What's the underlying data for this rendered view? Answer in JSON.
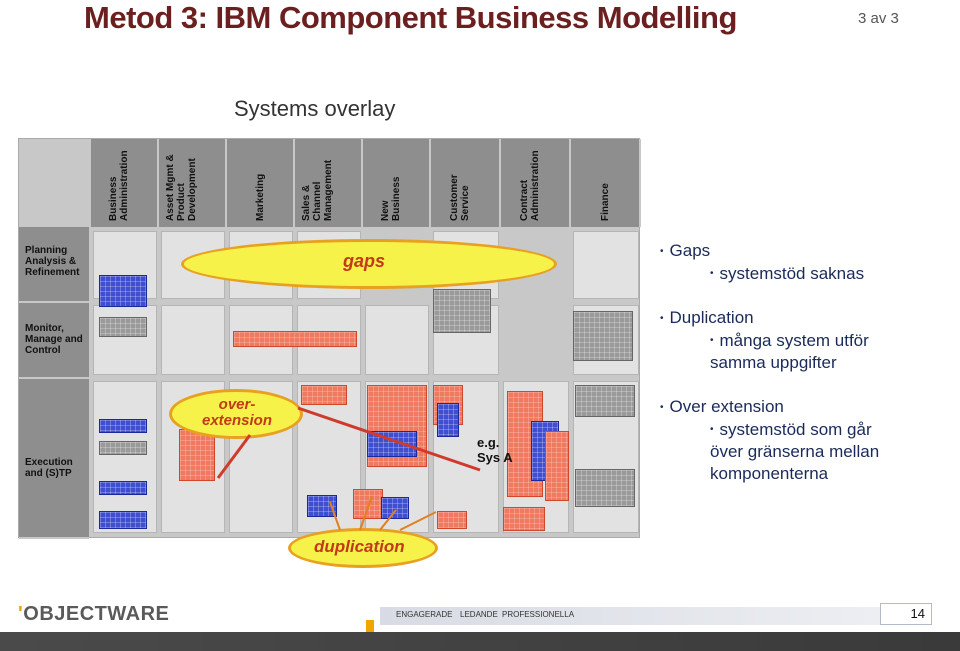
{
  "header": {
    "title": "Metod 3: IBM Component Business Modelling",
    "slide_counter": "3 av 3"
  },
  "subtitle": "Systems overlay",
  "diagram": {
    "columns": [
      "Business\nAdministration",
      "Asset Mgmt &\nProduct\nDevelopment",
      "Marketing",
      "Sales &\nChannel\nManagement",
      "New\nBusiness",
      "Customer\nService",
      "Contract\nAdministration",
      "Finance"
    ],
    "rows": [
      "Planning\nAnalysis &\nRefinement",
      "Monitor,\nManage and\nControl",
      "Execution\nand (S)TP"
    ],
    "callouts": {
      "gaps": "gaps",
      "overextension": "over-\nextension",
      "duplication": "duplication",
      "example": "e.g.\nSys A"
    },
    "colors": {
      "gap_fill": "#f6f24a",
      "system_blue": "#3f4fd0",
      "system_red": "#f07a60"
    }
  },
  "bullets": {
    "gaps": "Gaps",
    "gaps_sub": "systemstöd saknas",
    "duplication": "Duplication",
    "duplication_sub_1": "många system utför",
    "duplication_sub_2": "samma uppgifter",
    "over": "Over extension",
    "over_sub_1": "systemstöd som går",
    "over_sub_2": "över gränserna mellan",
    "over_sub_3": "komponenterna"
  },
  "footer": {
    "logo": "OBJECTWARE",
    "values": [
      "ENGAGERADE",
      "LEDANDE",
      "PROFESSIONELLA"
    ],
    "page_number": "14"
  }
}
